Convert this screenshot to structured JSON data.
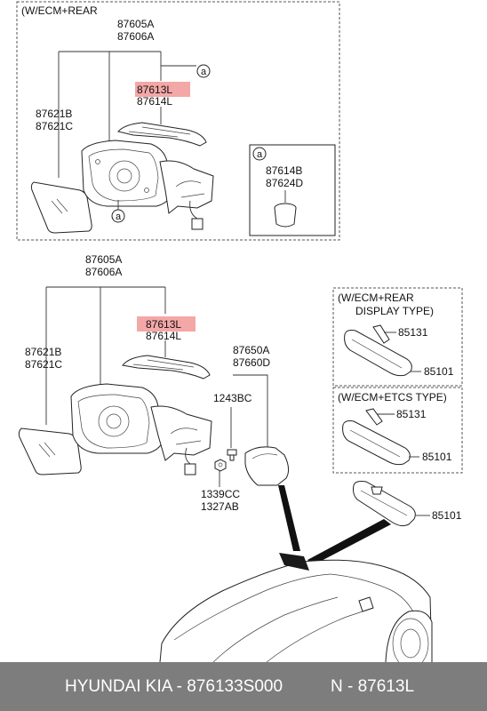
{
  "diagram": {
    "top_box": {
      "title": "(W/ECM+REAR",
      "labels": {
        "housing_a": "87605A",
        "housing_b": "87606A",
        "cover_a": "87613L",
        "cover_b": "87614L",
        "glass_a": "87621B",
        "glass_b": "87621C",
        "callout": "a"
      },
      "inset": {
        "tag": "a",
        "label_a": "87614B",
        "label_b": "87624D"
      }
    },
    "bottom": {
      "labels": {
        "housing_a": "87605A",
        "housing_b": "87606A",
        "cover_a": "87613L",
        "cover_b": "87614L",
        "glass_a": "87621B",
        "glass_b": "87621C",
        "bracket_a": "87650A",
        "bracket_b": "87660D",
        "bolt": "1243BC",
        "nut_a": "1339CC",
        "nut_b": "1327AB",
        "inner_mirror": "85101"
      },
      "inset_rear": {
        "title_line1": "(W/ECM+REAR",
        "title_line2": "DISPLAY TYPE)",
        "part_a": "85131",
        "part_b": "85101"
      },
      "inset_etcs": {
        "title": "(W/ECM+ETCS TYPE)",
        "part_a": "85131",
        "part_b": "85101"
      }
    }
  },
  "footer": {
    "brand": "HYUNDAI KIA - 876133S000",
    "ref": "N - 87613L"
  },
  "colors": {
    "highlight": "#f08a8a",
    "footer_bg": "#7d7d7d",
    "footer_text": "#ffffff"
  }
}
